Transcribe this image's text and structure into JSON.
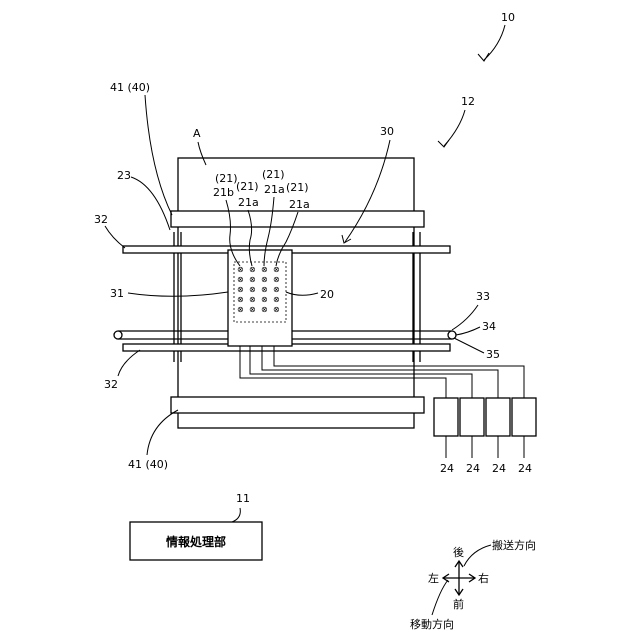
{
  "labels": {
    "system": "10",
    "apparatus": "12",
    "guide_top": "41 (40)",
    "guide_bottom": "41 (40)",
    "region": "A",
    "frame": "23",
    "rail_top": "32",
    "rail_bottom": "32",
    "head_unit": "31",
    "carriage": "30",
    "head": "20",
    "belt": "33",
    "pulley": "34",
    "motor": "35",
    "nozzle_21_1": "(21)",
    "nozzle_21_2": "(21)",
    "nozzle_21_3": "(21)",
    "nozzle_21_4": "(21)",
    "nozzle_21b": "21b",
    "nozzle_21a_1": "21a",
    "nozzle_21a_2": "21a",
    "nozzle_21a_3": "21a",
    "tank_1": "24",
    "tank_2": "24",
    "tank_3": "24",
    "tank_4": "24",
    "info_ref": "11",
    "info_box": "情報処理部"
  },
  "directions": {
    "back": "後",
    "front": "前",
    "left": "左",
    "right": "右",
    "transport": "搬送方向",
    "movement": "移動方向"
  }
}
